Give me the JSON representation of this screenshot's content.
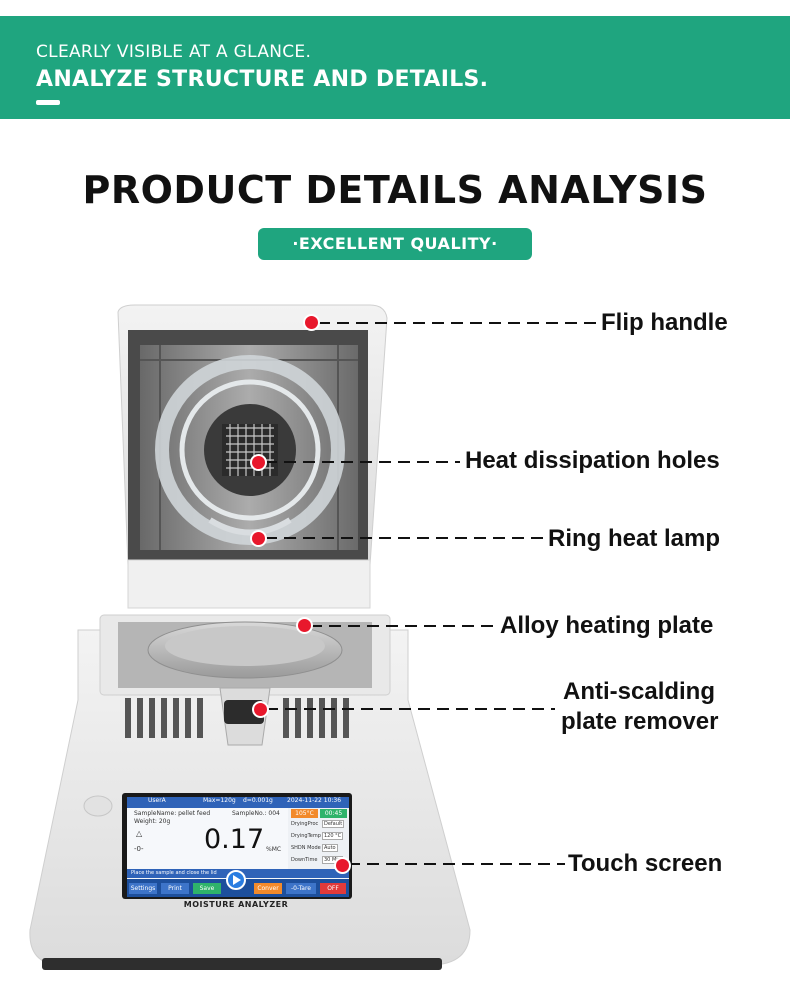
{
  "banner": {
    "line1": "CLEARLY VISIBLE AT A GLANCE.",
    "line2": "ANALYZE STRUCTURE AND DETAILS."
  },
  "heading": "PRODUCT DETAILS ANALYSIS",
  "badge": "·EXCELLENT QUALITY·",
  "callouts": {
    "flip_handle": "Flip handle",
    "heat_holes": "Heat dissipation holes",
    "ring_lamp": "Ring heat lamp",
    "alloy_plate": "Alloy heating plate",
    "remover_line1": "Anti-scalding",
    "remover_line2": "plate remover",
    "touch_screen": "Touch screen"
  },
  "device": {
    "label": "MOISTURE ANALYZER",
    "screen": {
      "user": "UserA",
      "max": "Max=120g",
      "d": "d=0.001g",
      "datetime": "2024-11-22  10:36",
      "sample_name": "SampleName: pellet feed",
      "sample_no": "SampleNo.: 004",
      "weight": "Weight: 20g",
      "delta": "△",
      "zero": "-0-",
      "reading": "0.17",
      "unit": "%MC",
      "temp_badge": "105°C",
      "time_badge": "00:45",
      "rows": [
        {
          "label": "DryingProc",
          "value": "Default"
        },
        {
          "label": "DryingTemp",
          "value": "120 °C"
        },
        {
          "label": "SHDN Mode",
          "value": "Auto"
        },
        {
          "label": "DownTime",
          "value": "30 Min"
        }
      ],
      "status_msg": "Place the sample and close the lid",
      "buttons": [
        "Settings",
        "Print",
        "Save",
        "Conver",
        "-0-Tare",
        "OFF"
      ]
    }
  },
  "colors": {
    "accent": "#1fa57f",
    "marker": "#e8182c"
  }
}
